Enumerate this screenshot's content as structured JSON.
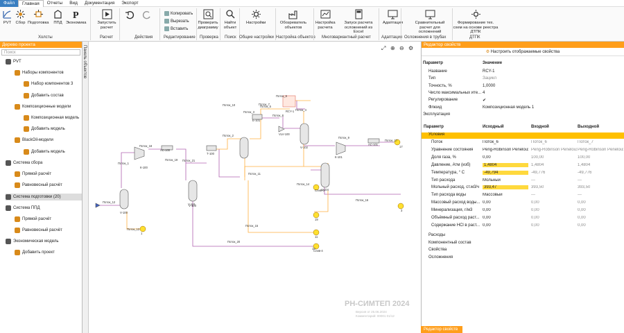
{
  "menu": {
    "file": "Файл",
    "main": "Главная",
    "reports": "Отчеты",
    "view": "Вид",
    "docs": "Документация",
    "export": "Экспорт"
  },
  "ribbon": {
    "pvt": "PVT",
    "collect": "Сбор",
    "prep": "Подготовка",
    "ppd": "ППД",
    "econ": "Экономика",
    "holsty": "Холсты",
    "run": "Запустить расчет",
    "raschet": "Расчет",
    "deistviya": "Действия",
    "copy": "Копировать",
    "cut": "Вырезать",
    "paste": "Вставить",
    "redakt": "Редактирование",
    "check": "Проверить диаграмму",
    "proverka": "Проверка",
    "find": "Найти объект",
    "poisk": "Поиск",
    "settings": "Настройки",
    "obsh": "Общие настройки",
    "obj": "Обозреватель объектов",
    "nastr_obj": "Настройка объектов",
    "calc_settings": "Настройка расчета",
    "excel": "Запуск расчета осложнений из Excel",
    "mnogovar": "Многовариантный расчет",
    "adapt": "Адаптация",
    "adapt_grp": "Адаптация",
    "compare": "Сравнительный расчет для осложнений",
    "osl": "Осложнения в трубах",
    "form": "Формирование тех. схем на основе реестра ДТПК",
    "dtpk": "ДТПК"
  },
  "tree": {
    "header": "Дерево проекта",
    "search": "Поиск",
    "items": [
      "PVT",
      "Наборы компонентов",
      "Набор компонентов 3",
      "Добавить состав",
      "Композиционные модели",
      "Композиционная модель",
      "Добавить модель",
      "BlackOil-модели",
      "Добавить модель",
      "Система сбора",
      "Прямой расчёт",
      "Равновесный расчёт",
      "Система подготовки (20)",
      "Система ППД",
      "Прямой расчёт",
      "Равновесный расчёт",
      "Экономическая модель",
      "Добавить проект"
    ]
  },
  "vtab": "Панель объектов",
  "watermark": {
    "title": "РН-СИМТЕП 2024",
    "version": "Версия от 25.06.2024",
    "comment": "Комментарий: 00001 01/12"
  },
  "diagram": {
    "labels": [
      "Поток_12",
      "Поток_1",
      "Поток_18",
      "К-100",
      "АС-100",
      "Поток_19",
      "Поток_21",
      "Т-100",
      "Поток_2",
      "V-100",
      "V-101",
      "Поток_3",
      "Поток_10",
      "Е-101",
      "Поток_5",
      "Поток_7",
      "Поток_6",
      "RCY-1",
      "Поток_8",
      "Поток_4",
      "VLV-100",
      "V-102",
      "Поток_9",
      "К-101",
      "АС-101",
      "Поток_17",
      "V-103",
      "Поток_11",
      "V-104",
      "Поток_14",
      "Поток_16",
      "Поток_15",
      "Поток_13",
      "Поток_20",
      "Слив-4",
      "1",
      "3",
      "17",
      "19",
      "11",
      "18",
      "Слив-6",
      "Слив-5"
    ]
  },
  "props": {
    "header": "Редактор свойств",
    "configure": "Настроить отображаемые свойства",
    "col_param": "Параметр",
    "col_value": "Значение",
    "rows": [
      [
        "Название",
        "RCY-1"
      ],
      [
        "Тип",
        "Зацикл"
      ],
      [
        "Точность, %",
        "1,0000"
      ],
      [
        "Число максимальных ите...",
        "4"
      ],
      [
        "Регулирование",
        "✔"
      ],
      [
        "Флюид",
        "Композиционная модель 1"
      ],
      [
        "Эксплуатация",
        ""
      ]
    ],
    "g_param": "Параметр",
    "g_in": "Исходный",
    "g_inlet": "Входной",
    "g_outlet": "Выходной",
    "cond": "Условия",
    "grid": [
      [
        "Поток",
        "Поток_6",
        "Поток_6",
        "Поток_7"
      ],
      [
        "Уравнение состояния",
        "Peng-Robinson Peneloux",
        "Peng-Robinson Peneloux",
        "Peng-Robinson Peneloux"
      ],
      [
        "Доля газа, %",
        "0,00",
        "100,00",
        "100,00"
      ],
      [
        "Давление, Атм (изб)",
        "1,4804",
        "1,4804",
        "1,4804"
      ],
      [
        "Температура, ° С",
        "-49,794",
        "-49,776",
        "-49,776"
      ],
      [
        "Тип расхода",
        "Мольный",
        "---",
        "---"
      ],
      [
        "Мольный расход, ст.м3/ч",
        "393,47",
        "393,50",
        "393,50"
      ],
      [
        "Тип расхода воды",
        "Массовый",
        "---",
        "---"
      ],
      [
        "Массовый расход воды...",
        "0,00",
        "0,00",
        "0,00"
      ],
      [
        "Минерализация, г/м3",
        "0,00",
        "0,00",
        "0,00"
      ],
      [
        "Объёмный расход раст...",
        "0,00",
        "0,00",
        "0,00"
      ],
      [
        "Содержание HCl в раст...",
        "0,00",
        "0,00",
        "0,00"
      ]
    ],
    "sections": [
      "Расходы",
      "Компонентный состав",
      "Свойства",
      "Осложнения"
    ],
    "bottom_tab": "Редактор свойств"
  }
}
